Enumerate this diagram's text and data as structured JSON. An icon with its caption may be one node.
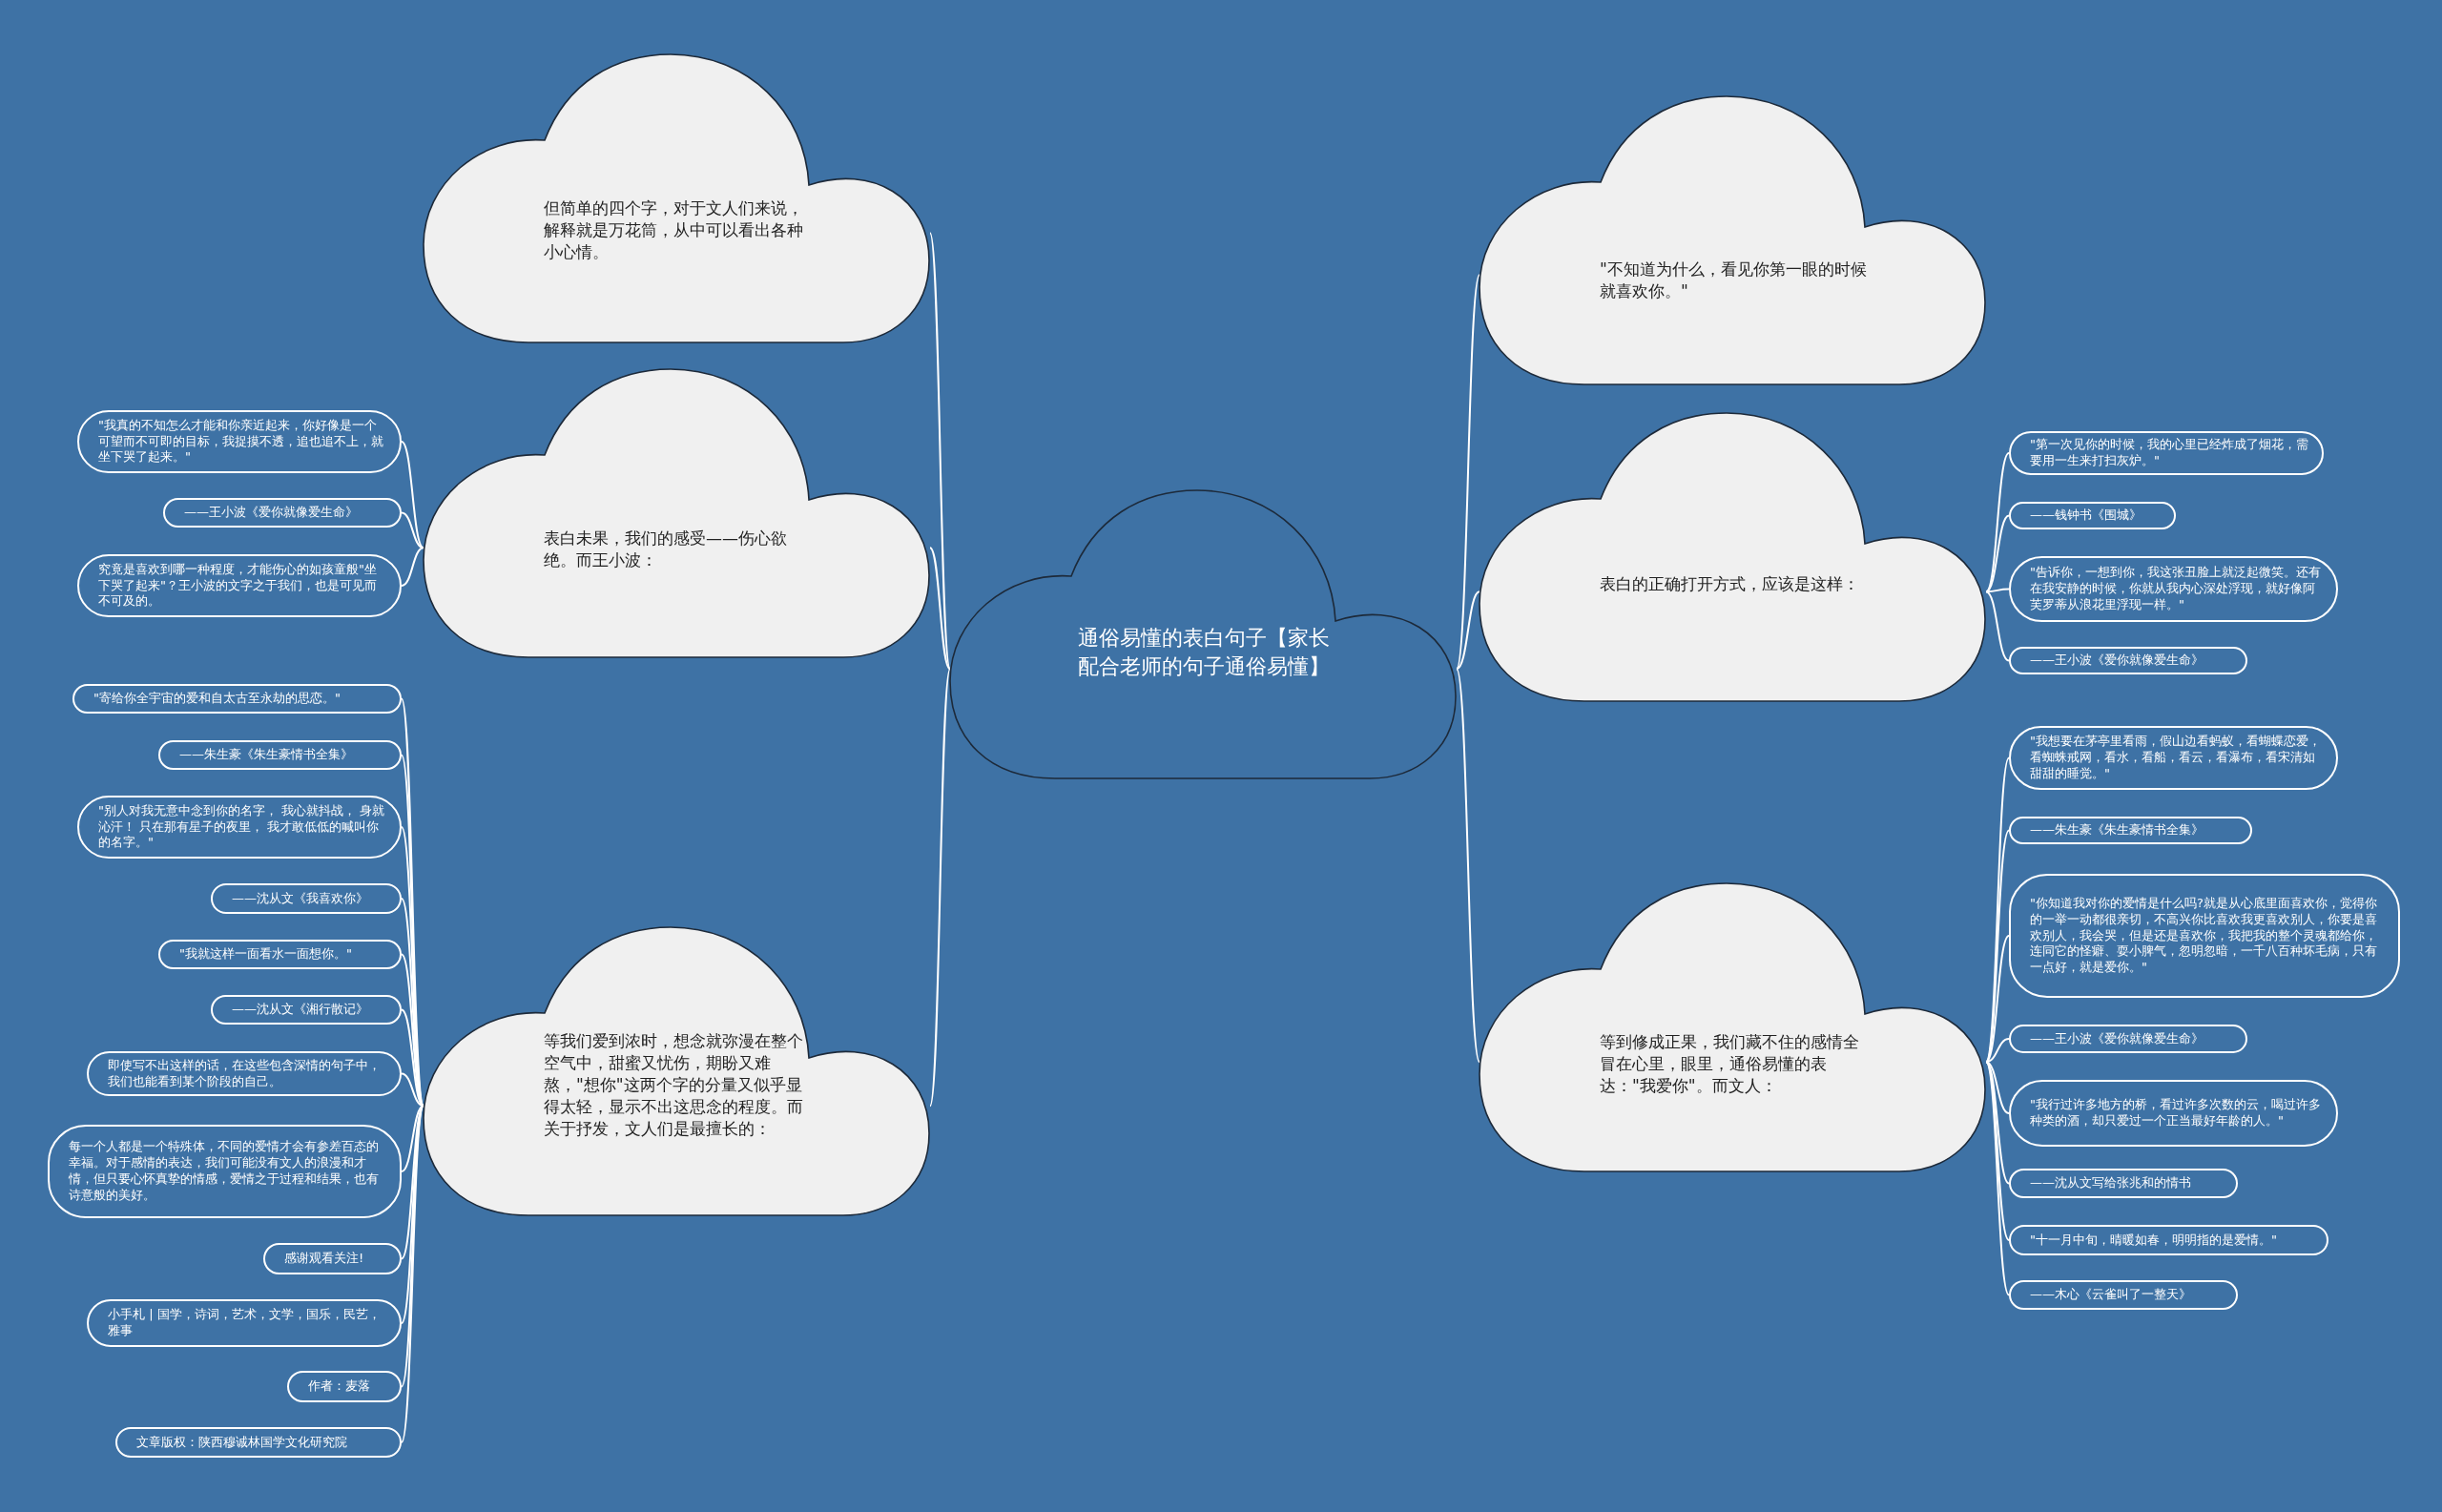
{
  "diagram": {
    "nodes": [
      {
        "text": [
          "通俗易懂的表白句子【家长配合老师的句子通俗易懂】"
        ]
      },
      {
        "text": [
          "但简单的四个字，对于文人们来说，解释就是万花筒，从中可以看出各种小心情。"
        ]
      },
      {
        "text": [
          "表白未果，我们的感受——伤心欲绝。而王小波："
        ]
      },
      {
        "text": [
          "等我们爱到浓时，想念就弥漫在整个空气中，甜蜜又忧伤，期盼又难熬，\"想你\"这两个字的分量又似乎显得太轻，显示不出这思念的程度。而关于抒发，文人们是最擅长的："
        ]
      },
      {
        "text": [
          "\"不知道为什么，看见你第一眼的时候就喜欢你。\""
        ]
      },
      {
        "text": [
          "表白的正确打开方式，应该是这样："
        ]
      },
      {
        "text": [
          "等到修成正果，我们藏不住的感情全冒在心里，眼里，通俗易懂的表达：\"我爱你\"。而文人："
        ]
      },
      {
        "text": [
          "\"我真的不知怎么才能和你亲近起来，你好像是一个可望而不可即的目标，我捉摸不透，追也追不上，就坐下哭了起来。\""
        ]
      },
      {
        "text": [
          "——王小波《爱你就像爱生命》"
        ]
      },
      {
        "text": [
          "究竟是喜欢到哪一种程度，才能伤心的如孩童般\"坐下哭了起来\"？王小波的文字之于我们，也是可见而不可及的。"
        ]
      },
      {
        "text": [
          "\"寄给你全宇宙的爱和自太古至永劫的思恋。\""
        ]
      },
      {
        "text": [
          "——朱生豪《朱生豪情书全集》"
        ]
      },
      {
        "text": [
          "\"别人对我无意中念到你的名字， 我心就抖战， 身就沁汗！ 只在那有星子的夜里， 我才敢低低的喊叫你的名字。\""
        ]
      },
      {
        "text": [
          "——沈从文《我喜欢你》"
        ]
      },
      {
        "text": [
          "\"我就这样一面看水一面想你。\""
        ]
      },
      {
        "text": [
          "——沈从文《湘行散记》"
        ]
      },
      {
        "text": [
          "即使写不出这样的话，在这些包含深情的句子中，我们也能看到某个阶段的自己。"
        ]
      },
      {
        "text": [
          "每一个人都是一个特殊体，不同的爱情才会有参差百态的幸福。对于感情的表达，我们可能没有文人的浪漫和才情，但只要心怀真挚的情感，爱情之于过程和结果，也有诗意般的美好。"
        ]
      },
      {
        "text": [
          "感谢观看关注!"
        ]
      },
      {
        "text": [
          "小手札 | 国学，诗词，艺术，文学，国乐，民艺，雅事"
        ]
      },
      {
        "text": [
          "作者：麦落"
        ]
      },
      {
        "text": [
          "文章版权：陕西穆诚林国学文化研究院"
        ]
      },
      {
        "text": [
          "\"第一次见你的时候，我的心里已经炸成了烟花，需要用一生来打扫灰炉。\""
        ]
      },
      {
        "text": [
          "——钱钟书《围城》"
        ]
      },
      {
        "text": [
          "\"告诉你，一想到你，我这张丑脸上就泛起微笑。还有在我安静的时候，你就从我内心深处浮现，就好像阿芙罗蒂从浪花里浮现一样。\""
        ]
      },
      {
        "text": [
          "——王小波《爱你就像爱生命》"
        ]
      },
      {
        "text": [
          "\"我想要在茅亭里看雨，假山边看蚂蚁，看蝴蝶恋爱，看蜘蛛戒网，看水，看船，看云，看瀑布，看宋清如甜甜的睡觉。\""
        ]
      },
      {
        "text": [
          "——朱生豪《朱生豪情书全集》"
        ]
      },
      {
        "text": [
          "\"你知道我对你的爱情是什么吗?就是从心底里面喜欢你，觉得你的一举一动都很亲切，不高兴你比喜欢我更喜欢别人，你要是喜欢别人，我会哭，但是还是喜欢你，我把我的整个灵魂都给你，连同它的怪癖、耍小脾气，忽明忽暗，一千八百种坏毛病，只有一点好，就是爱你。\""
        ]
      },
      {
        "text": [
          "——王小波《爱你就像爱生命》"
        ]
      },
      {
        "text": [
          "\"我行过许多地方的桥，看过许多次数的云，喝过许多种类的酒，却只爱过一个正当最好年龄的人。\""
        ]
      },
      {
        "text": [
          "——沈从文写给张兆和的情书"
        ]
      },
      {
        "text": [
          "\"十一月中旬，晴暖如春，明明指的是爱情。\""
        ]
      },
      {
        "text": [
          "——木心《云雀叫了一整天》"
        ]
      }
    ],
    "edges": [
      {
        "from": 0,
        "to": 1,
        "arrow": "none"
      },
      {
        "from": 0,
        "to": 2,
        "arrow": "none"
      },
      {
        "from": 0,
        "to": 3,
        "arrow": "none"
      },
      {
        "from": 0,
        "to": 4,
        "arrow": "none"
      },
      {
        "from": 0,
        "to": 5,
        "arrow": "none"
      },
      {
        "from": 0,
        "to": 6,
        "arrow": "none"
      },
      {
        "from": 2,
        "to": 7,
        "arrow": "none"
      },
      {
        "from": 2,
        "to": 8,
        "arrow": "none"
      },
      {
        "from": 2,
        "to": 9,
        "arrow": "none"
      },
      {
        "from": 3,
        "to": 10,
        "arrow": "none"
      },
      {
        "from": 3,
        "to": 11,
        "arrow": "none"
      },
      {
        "from": 3,
        "to": 12,
        "arrow": "none"
      },
      {
        "from": 3,
        "to": 13,
        "arrow": "none"
      },
      {
        "from": 3,
        "to": 14,
        "arrow": "none"
      },
      {
        "from": 3,
        "to": 15,
        "arrow": "none"
      },
      {
        "from": 3,
        "to": 16,
        "arrow": "none"
      },
      {
        "from": 3,
        "to": 17,
        "arrow": "none"
      },
      {
        "from": 3,
        "to": 18,
        "arrow": "none"
      },
      {
        "from": 3,
        "to": 19,
        "arrow": "none"
      },
      {
        "from": 3,
        "to": 20,
        "arrow": "none"
      },
      {
        "from": 3,
        "to": 21,
        "arrow": "none"
      },
      {
        "from": 5,
        "to": 22,
        "arrow": "none"
      },
      {
        "from": 5,
        "to": 23,
        "arrow": "none"
      },
      {
        "from": 5,
        "to": 24,
        "arrow": "none"
      },
      {
        "from": 5,
        "to": 25,
        "arrow": "none"
      },
      {
        "from": 6,
        "to": 26,
        "arrow": "none"
      },
      {
        "from": 6,
        "to": 27,
        "arrow": "none"
      },
      {
        "from": 6,
        "to": 28,
        "arrow": "none"
      },
      {
        "from": 6,
        "to": 29,
        "arrow": "none"
      },
      {
        "from": 6,
        "to": 30,
        "arrow": "none"
      },
      {
        "from": 6,
        "to": 31,
        "arrow": "none"
      },
      {
        "from": 6,
        "to": 32,
        "arrow": "none"
      },
      {
        "from": 6,
        "to": 33,
        "arrow": "none"
      }
    ]
  }
}
